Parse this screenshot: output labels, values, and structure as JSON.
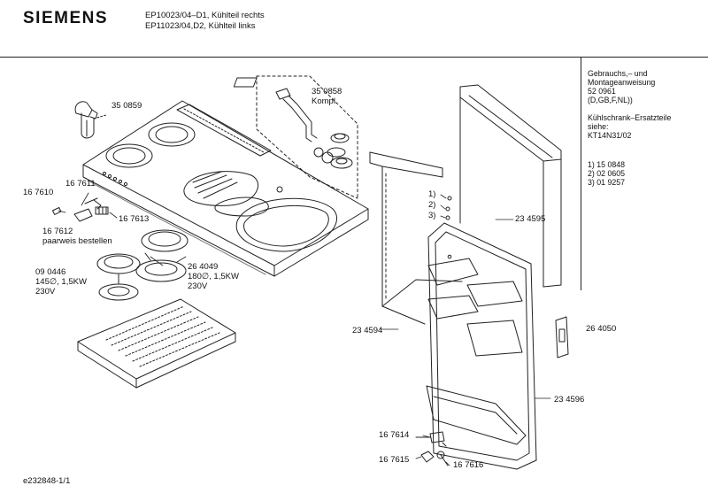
{
  "header": {
    "brand": "SIEMENS",
    "model_line_1": "EP10023/04–D1, Kühlteil rechts",
    "model_line_2": "EP11023/04,D2, Kühlteil links"
  },
  "sidebar": {
    "manual_line_1": "Gebrauchs,– und",
    "manual_line_2": "Montageanweisung",
    "manual_line_3": "52 0961",
    "manual_line_4": "(D,GB,F,NL))",
    "spare_line_1": "Kühlschrank–Ersatzteile",
    "spare_line_2": "siehe:",
    "spare_line_3": "KT14N31/02",
    "ref_1": "1)  15 0848",
    "ref_2": "2)  02 0605",
    "ref_3": "3)  01 9257"
  },
  "labels": {
    "p350859": "35 0859",
    "p350858": "35 0858",
    "p350858_sub": "Kompl.",
    "p167610": "16 7610",
    "p167611": "16 7611",
    "p167613": "16 7613",
    "p167612": "16 7612",
    "p167612_sub": "paarweis bestellen",
    "p090446": "09 0446",
    "p090446_spec": "145∅, 1,5KW",
    "p090446_volt": "230V",
    "p264049": "26 4049",
    "p264049_spec": "180∅, 1,5KW",
    "p264049_volt": "230V",
    "p234595": "23 4595",
    "p234594": "23 4594",
    "p264050": "26 4050",
    "p234596": "23 4596",
    "p167614": "16 7614",
    "p167615": "16 7615",
    "p167616": "16 7616",
    "callout_1": "1)",
    "callout_2": "2)",
    "callout_3": "3)"
  },
  "footer": {
    "doc_id": "e232848-1/1"
  }
}
